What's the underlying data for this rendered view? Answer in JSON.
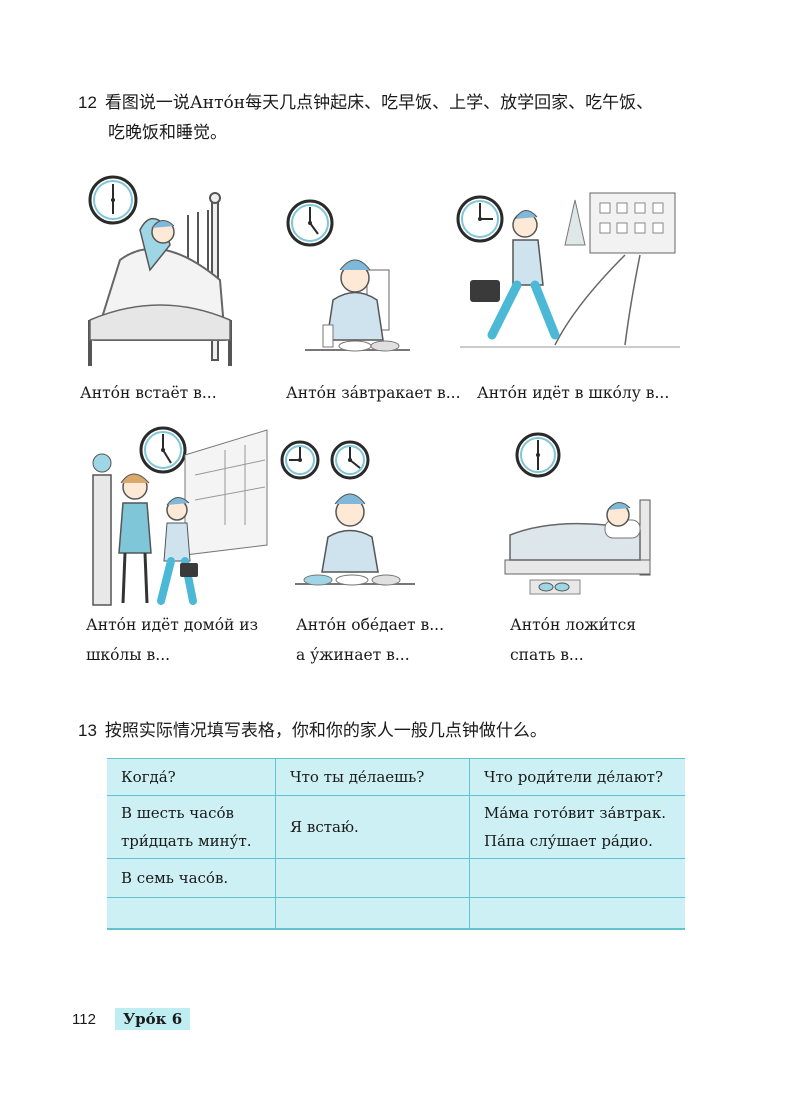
{
  "exercise12": {
    "number": "12",
    "line1": "看图说一说Анто́н每天几点钟起床、吃早饭、上学、放学回家、吃午饭、",
    "line2": "吃晚饭和睡觉。"
  },
  "captions": [
    {
      "lines": [
        "Анто́н встаёт в..."
      ]
    },
    {
      "lines": [
        "Анто́н за́втракает в..."
      ]
    },
    {
      "lines": [
        "Анто́н идёт в шко́лу в..."
      ]
    },
    {
      "lines": [
        "Анто́н идёт домо́й из",
        "шко́лы в..."
      ]
    },
    {
      "lines": [
        "Анто́н обе́дает в...",
        "а у́жинает в..."
      ]
    },
    {
      "lines": [
        "Анто́н ложи́тся",
        "спать в..."
      ]
    }
  ],
  "exercise13": {
    "number": "13",
    "text": "按照实际情况填写表格，你和你的家人一般几点钟做什么。"
  },
  "table": {
    "headers": [
      "Когда́?",
      "Что ты де́лаешь?",
      "Что роди́тели де́лают?"
    ],
    "rows": [
      [
        [
          "В шесть часо́в",
          "три́дцать мину́т."
        ],
        [
          "Я встаю́."
        ],
        [
          "Ма́ма гото́вит за́втрак.",
          "Па́па слу́шает ра́дио."
        ]
      ],
      [
        [
          "В семь часо́в."
        ],
        [],
        []
      ],
      [
        [],
        [],
        []
      ]
    ]
  },
  "footer": {
    "page_number": "112",
    "lesson": "Уро́к 6"
  },
  "colors": {
    "table_fill": "#cdf0f4",
    "table_border": "#5fc3d0",
    "accent_blue": "#4bb8d6"
  }
}
